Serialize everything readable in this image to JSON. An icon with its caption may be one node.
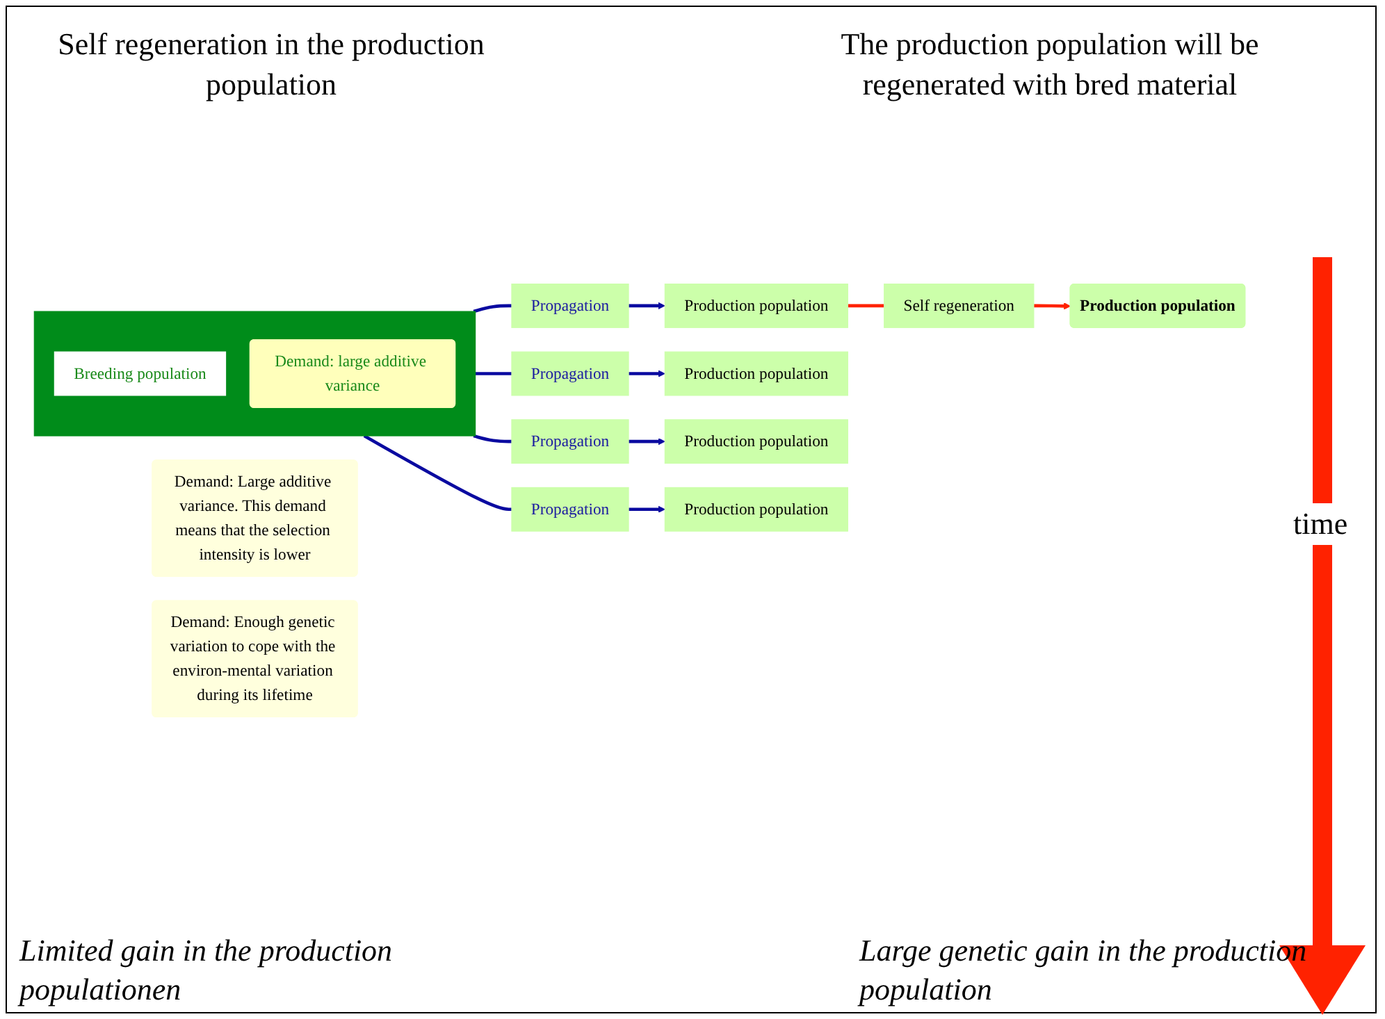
{
  "diagram": {
    "nodes": [
      {
        "text": [
          "Demand: Large additive variance. This demand means that the selection intensity is lower"
        ]
      },
      {
        "text": [
          "Demand: Enough genetic variation to cope with the environ-mental variation during its lifetime"
        ]
      },
      {
        "text": [],
        "shape": "arrow"
      },
      {
        "text": [
          "Breeding population"
        ],
        "in": 2
      },
      {
        "text": [
          "Demand: large additive variance"
        ],
        "in": 2
      },
      {
        "text": [
          "Propagation"
        ]
      },
      {
        "text": [
          "Production population"
        ]
      },
      {
        "text": [
          "Self regeneration"
        ]
      },
      {
        "text": [
          "Production population"
        ]
      },
      {
        "text": [
          "Propagation"
        ]
      },
      {
        "text": [
          "Production population"
        ]
      },
      {
        "text": [
          "Propagation"
        ]
      },
      {
        "text": [
          "Production population"
        ]
      },
      {
        "text": [
          "Propagation"
        ]
      },
      {
        "text": [
          "Production population"
        ]
      }
    ],
    "edges": [
      {
        "from": 2,
        "to": 5,
        "arrow": "none"
      },
      {
        "from": 5,
        "to": 6,
        "arrow": "to"
      },
      {
        "from": 6,
        "to": 7,
        "arrow": "none",
        "color": "#ff2200"
      },
      {
        "from": 7,
        "to": 8,
        "arrow": "to",
        "color": "#ff2200"
      },
      {
        "from": 2,
        "to": 9,
        "arrow": "none"
      },
      {
        "from": 9,
        "to": 10,
        "arrow": "to"
      },
      {
        "from": 2,
        "to": 11,
        "arrow": "none"
      },
      {
        "from": 11,
        "to": 12,
        "arrow": "to"
      },
      {
        "from": 2,
        "to": 13,
        "arrow": "none"
      },
      {
        "from": 13,
        "to": 14,
        "arrow": "to"
      }
    ],
    "labels": [
      "Self regeneration in the production population",
      "The production population will be regenerated with bred material",
      "time",
      "Limited gain in the production populationen",
      "Large genetic gain in the production population"
    ]
  }
}
